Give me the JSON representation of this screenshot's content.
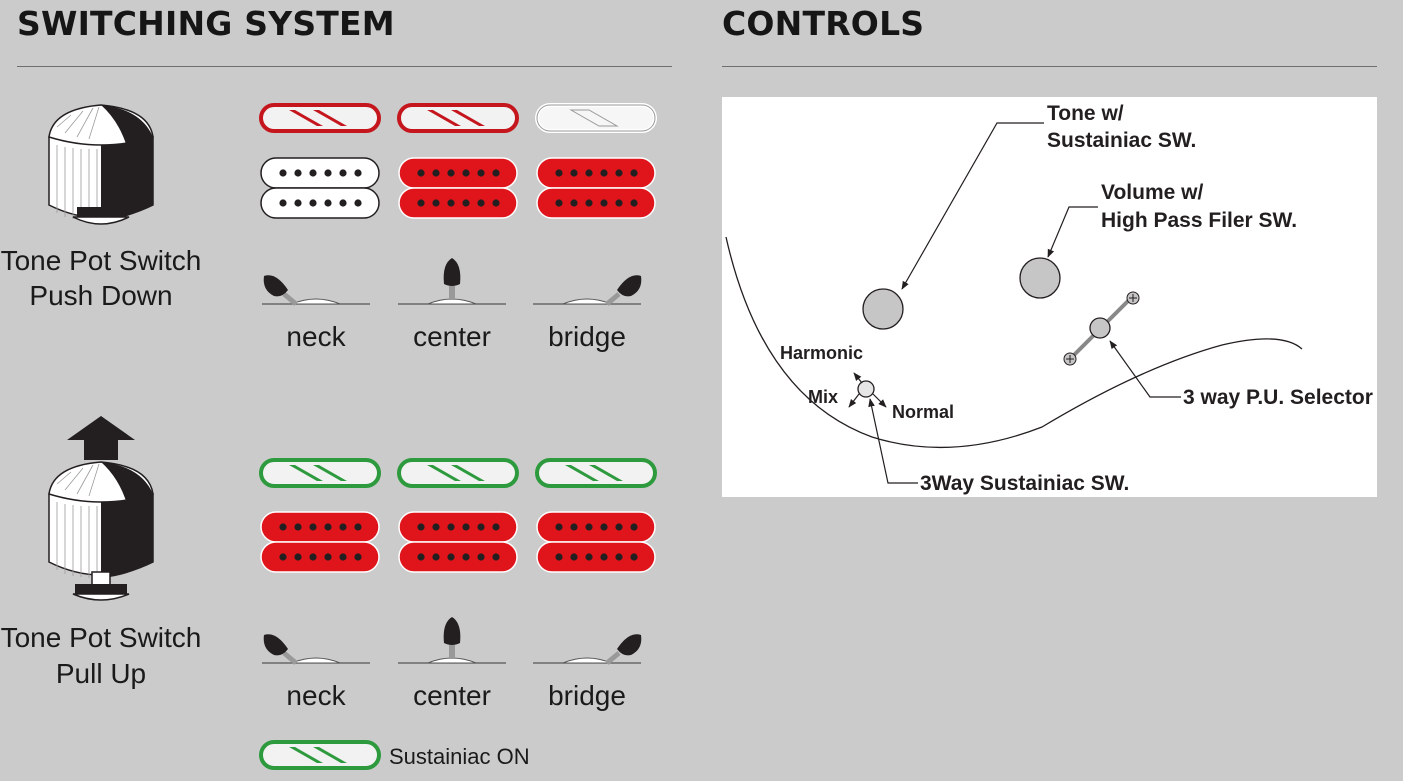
{
  "switching": {
    "title": "SWITCHING SYSTEM",
    "push_down": {
      "label_line1": "Tone Pot Switch",
      "label_line2": "Push Down"
    },
    "pull_up": {
      "label_line1": "Tone Pot Switch",
      "label_line2": "Pull Up"
    },
    "positions": [
      "neck",
      "center",
      "bridge"
    ],
    "legend_label": "Sustainiac ON"
  },
  "controls": {
    "title": "CONTROLS",
    "tone_line1": "Tone w/",
    "tone_line2": "Sustainiac SW.",
    "volume_line1": "Volume w/",
    "volume_line2": "High Pass Filer SW.",
    "harmonic": "Harmonic",
    "mix": "Mix",
    "normal": "Normal",
    "selector": "3 way P.U. Selector",
    "sustainiac_switch": "3Way Sustainiac SW."
  },
  "colors": {
    "background": "#cbcbcb",
    "active_red": "#e0151b",
    "inactive_outline": "#b31d21",
    "sustainiac_green": "#2e9a3e",
    "knob_dark": "#231f20"
  }
}
